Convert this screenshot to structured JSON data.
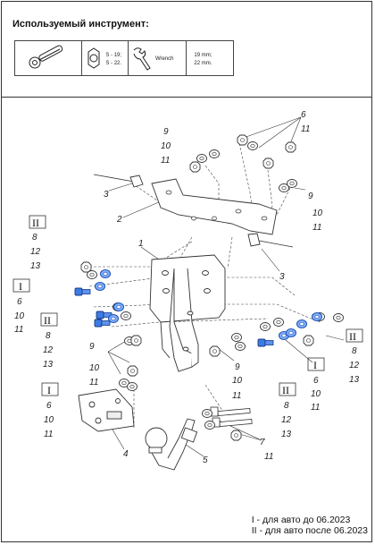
{
  "header": {
    "title": "Используемый инструмент:",
    "tools": [
      {
        "icon": "ratchet-wrench-icon",
        "label": ""
      },
      {
        "icon": "socket-icon",
        "label": "",
        "sizes": [
          "S - 19;",
          "S - 22."
        ]
      },
      {
        "icon": "open-wrench-icon",
        "label": "Wrench"
      },
      {
        "icon": "",
        "label": "",
        "sizes": [
          "19 mm;",
          "22 mm."
        ]
      }
    ]
  },
  "legend": {
    "line1": "I - для авто до 06.2023",
    "line2": "II - для авто после 06.2023"
  },
  "callouts": {
    "n1": "1",
    "n2": "2",
    "n3a": "3",
    "n3b": "3",
    "n4": "4",
    "n5": "5",
    "n6": "6",
    "n7": "7",
    "n8": "8",
    "n9": "9",
    "n10": "10",
    "n11": "11",
    "n12": "12",
    "n13": "13",
    "roman_I": "I",
    "roman_II": "II"
  },
  "colors": {
    "highlight_blue": "#2f6fd6",
    "line": "#333333"
  }
}
